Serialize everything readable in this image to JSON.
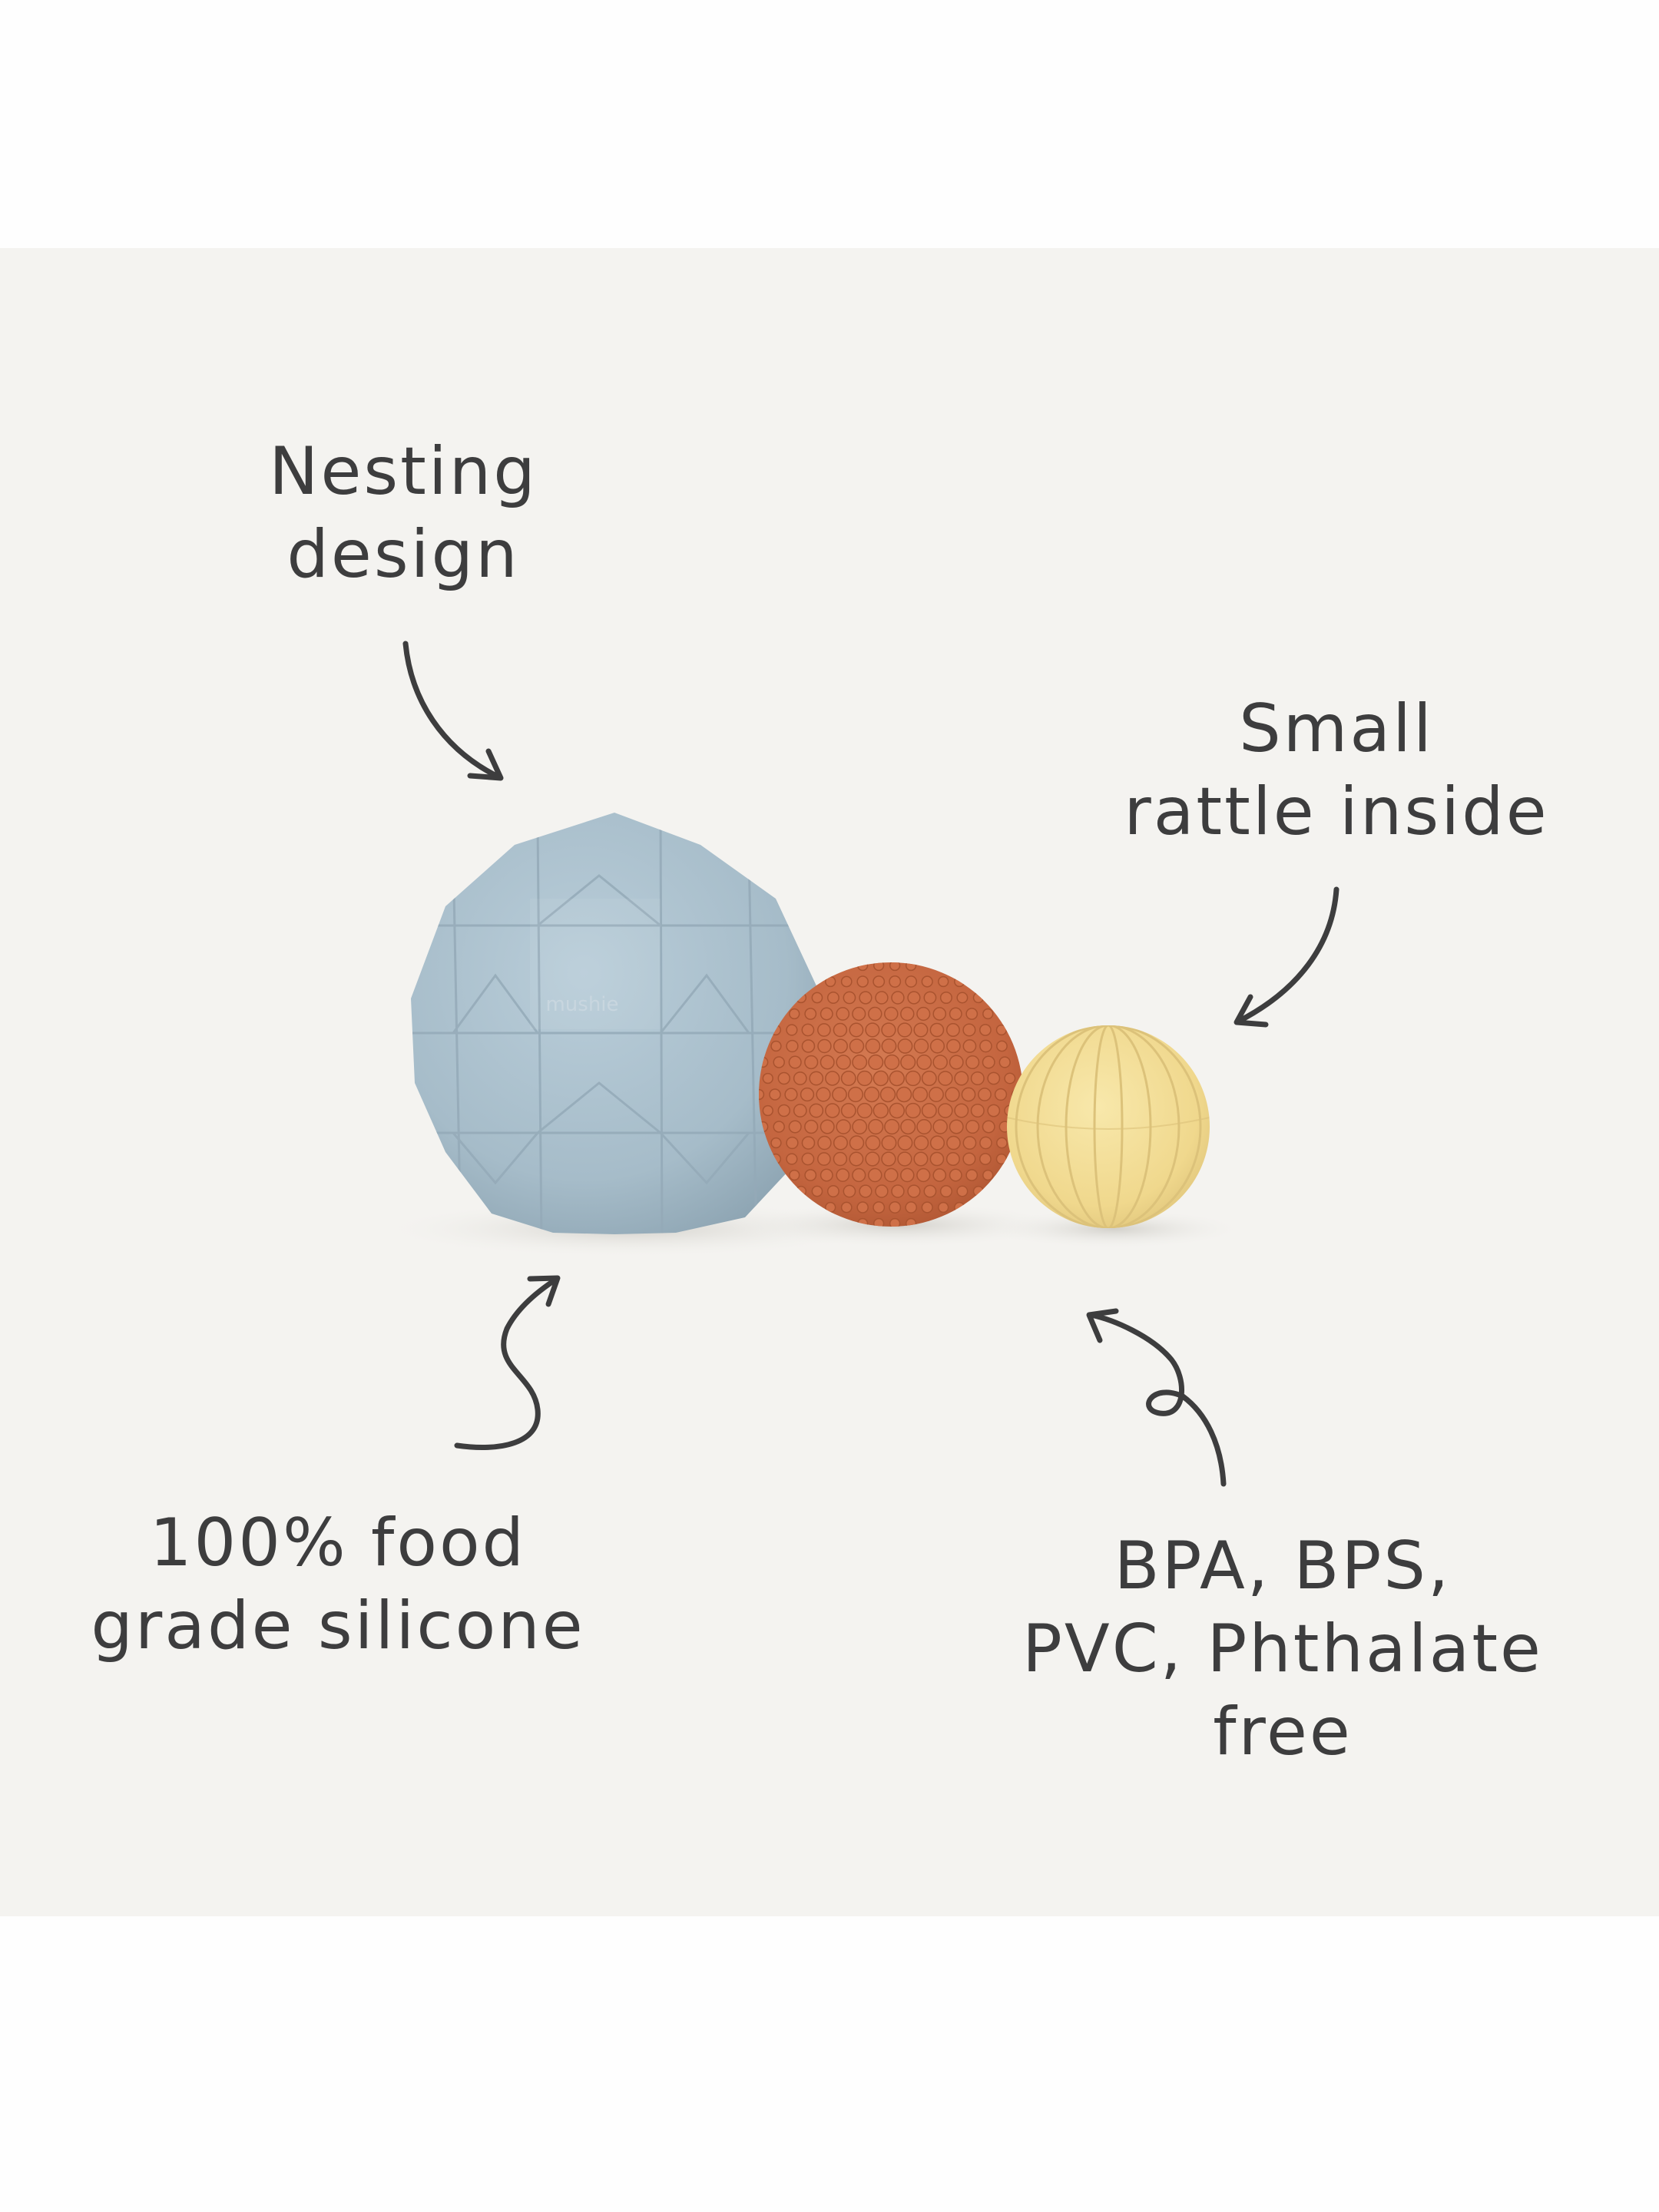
{
  "annotations": {
    "nesting": [
      "Nesting",
      "design"
    ],
    "rattle": [
      "Small",
      "rattle inside"
    ],
    "silicone": [
      "100% food",
      "grade silicone"
    ],
    "bpa": [
      "BPA, BPS,",
      "PVC, Phthalate",
      "free"
    ]
  },
  "product": {
    "brand_mark": "mushie",
    "balls": [
      {
        "name": "large-geometric-ball",
        "color": "#a9bfcc"
      },
      {
        "name": "medium-bumpy-ball",
        "color": "#c86a43"
      },
      {
        "name": "small-ribbed-ball",
        "color": "#f2dc93"
      }
    ]
  },
  "colors": {
    "background": "#f4f3f0",
    "ink": "#3d3d3e"
  }
}
